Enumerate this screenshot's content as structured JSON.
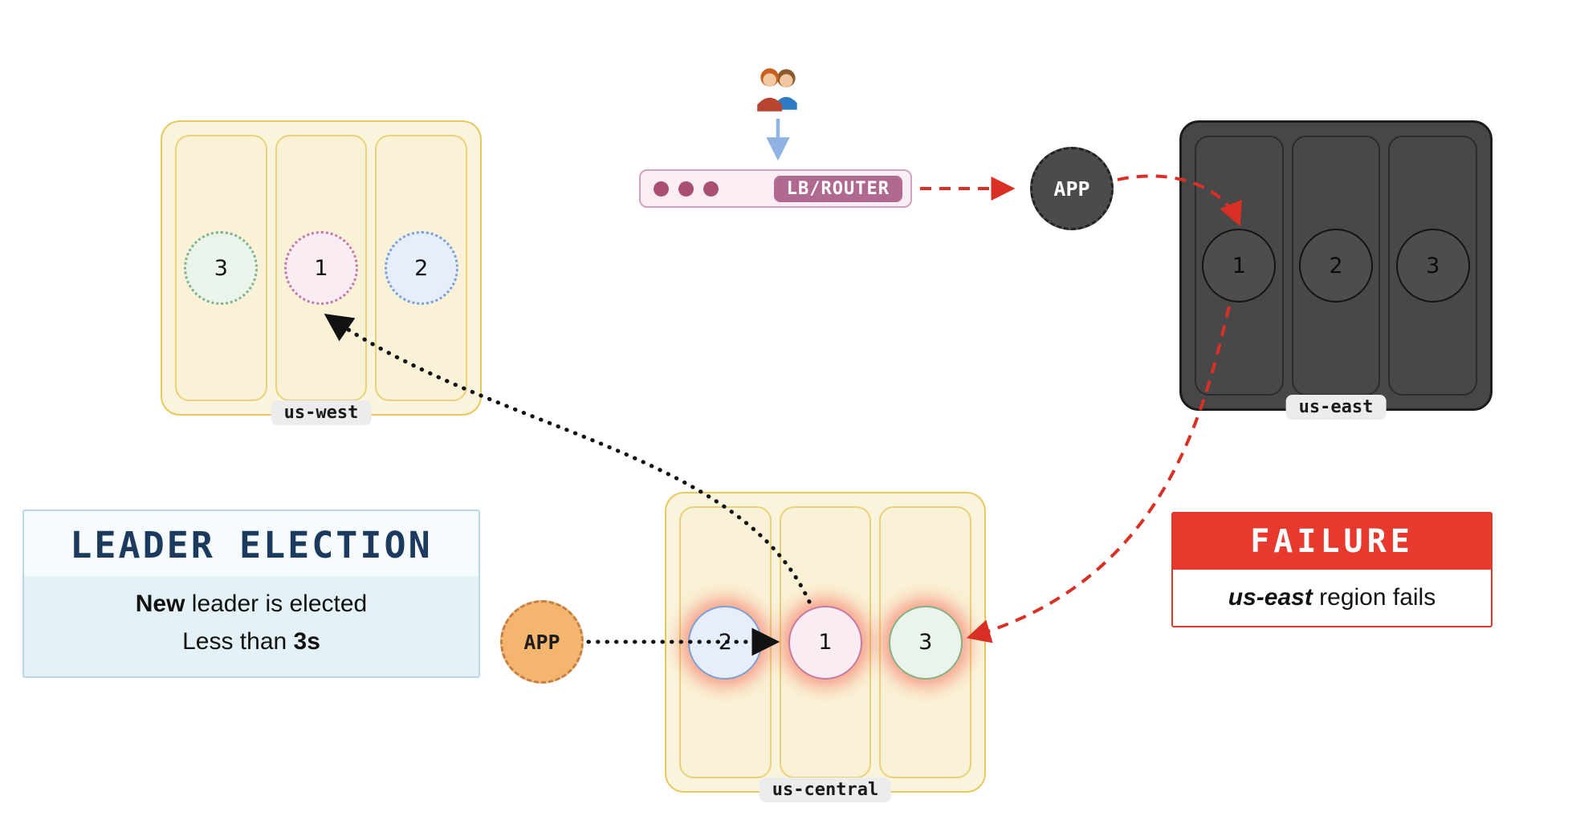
{
  "lb_router": {
    "label": "LB/ROUTER"
  },
  "app_top": {
    "label": "APP"
  },
  "app_bottom": {
    "label": "APP"
  },
  "regions": {
    "us_west": {
      "label": "us-west",
      "nodes": [
        "3",
        "1",
        "2"
      ]
    },
    "us_east": {
      "label": "us-east",
      "nodes": [
        "1",
        "2",
        "3"
      ]
    },
    "us_central": {
      "label": "us-central",
      "nodes": [
        "2",
        "1",
        "3"
      ]
    }
  },
  "leader_election": {
    "title": "LEADER ELECTION",
    "line1_bold": "New",
    "line1_rest": " leader is elected",
    "line2_rest": "Less than ",
    "line2_bold": "3s"
  },
  "failure": {
    "title": "FAILURE",
    "body_emph": "us-east",
    "body_rest": " region fails"
  },
  "colors": {
    "failure_red": "#e8392e",
    "arrow_red": "#d93025",
    "region_yellow_border": "#e7c95f",
    "region_dark": "#474747",
    "accent_blue": "#8fb4e3",
    "router_pink": "#b06a92",
    "app_orange": "#f4b56f"
  }
}
